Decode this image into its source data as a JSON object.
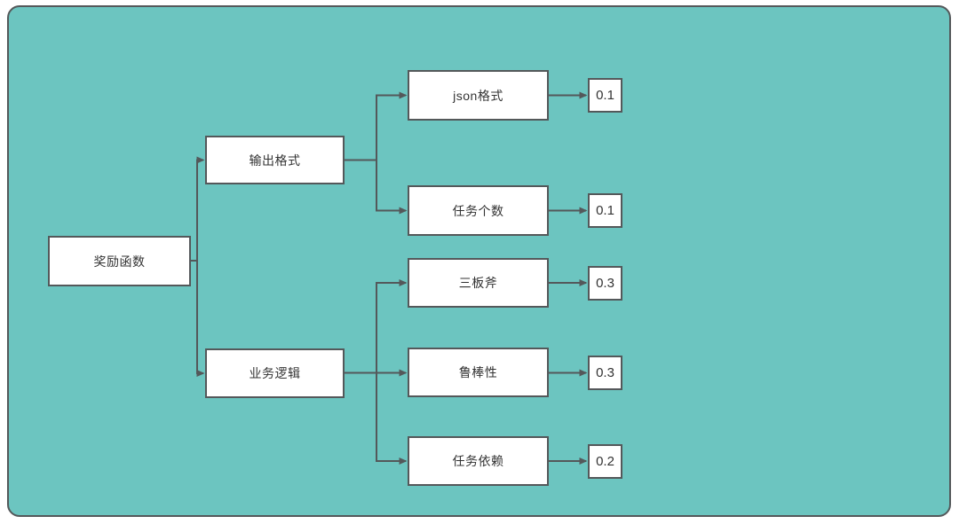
{
  "board": {
    "background_color": "#6cc5c0",
    "stroke_color": "#54585a",
    "node_fill_color": "#ffffff",
    "text_color": "#333333"
  },
  "tree": {
    "label": "奖励函数",
    "children": [
      {
        "label": "输出格式",
        "children": [
          {
            "label": "json格式",
            "weight": "0.1"
          },
          {
            "label": "任务个数",
            "weight": "0.1"
          }
        ]
      },
      {
        "label": "业务逻辑",
        "children": [
          {
            "label": "三板斧",
            "weight": "0.3"
          },
          {
            "label": "鲁棒性",
            "weight": "0.3"
          },
          {
            "label": "任务依赖",
            "weight": "0.2"
          }
        ]
      }
    ]
  }
}
